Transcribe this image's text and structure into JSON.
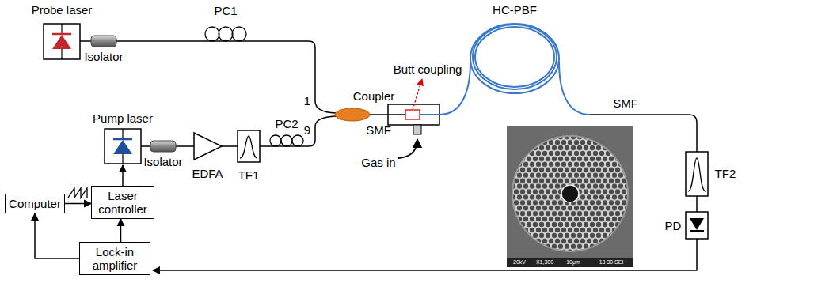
{
  "diagram": {
    "nodes": [
      {
        "text": [
          "Computer"
        ]
      },
      {
        "text": [
          "Laser controller"
        ]
      },
      {
        "text": [
          "Lock-in amplifier"
        ]
      }
    ],
    "edges": [
      {
        "from": 0,
        "to": 1,
        "arrow": "to"
      },
      {
        "from": 2,
        "to": 1,
        "arrow": "to"
      },
      {
        "from": 2,
        "to": 0,
        "arrow": "to"
      }
    ],
    "labels": [
      "Probe laser",
      "Isolator",
      "PC1",
      "1",
      "9",
      "Coupler",
      "Pump laser",
      "Isolator",
      "EDFA",
      "TF1",
      "PC2",
      "SMF",
      "Butt coupling",
      "Gas in",
      "HC-PBF",
      "SMF",
      "TF2",
      "PD",
      "20kV",
      "X1,300",
      "10μm",
      "13 30 SEI"
    ]
  }
}
